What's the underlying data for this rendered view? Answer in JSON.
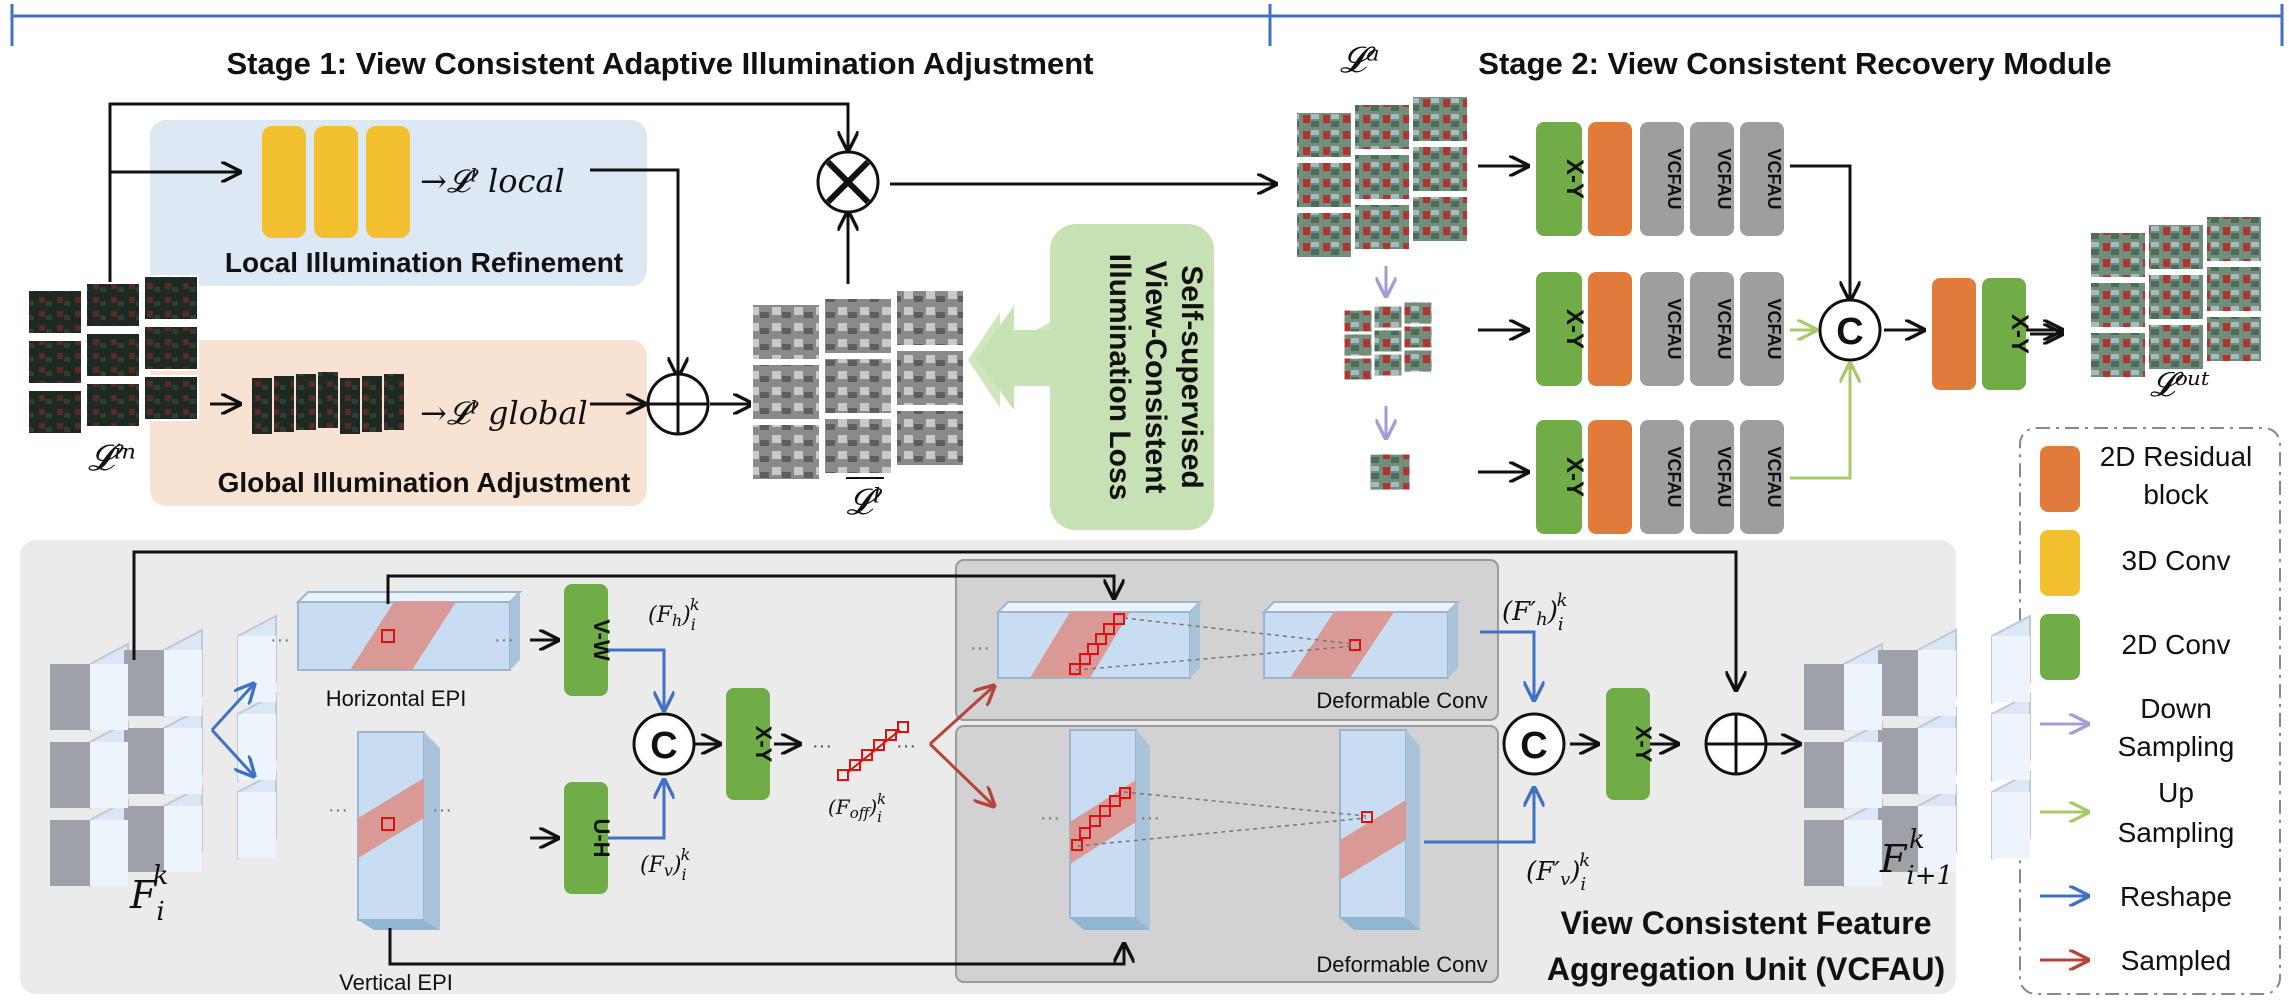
{
  "stage1": {
    "title": "Stage 1: View Consistent Adaptive Illumination Adjustment",
    "local_label": "Local Illumination Refinement",
    "global_label": "Global Illumination Adjustment",
    "l_in": "𝓛ⁱⁿ",
    "l_local": "→𝓛ˡ local",
    "l_global": "→𝓛ˡ global",
    "l_bar": "𝓛ˡ",
    "loss_lines": [
      "Self-supervised",
      "View-Consistent",
      "Illumination Loss"
    ]
  },
  "stage2": {
    "title": "Stage 2: View Consistent Recovery Module",
    "l_a": "𝓛ᵃ",
    "l_out": "𝓛ᵒᵘᵗ"
  },
  "blocks": {
    "xy": "X-Y",
    "vcfau": "VCFAU",
    "vw": "V-W",
    "uh": "U-H",
    "concat": "C"
  },
  "vcfau": {
    "title_line1": "View Consistent Feature",
    "title_line2": "Aggregation Unit (VCFAU)",
    "horizontal_epi": "Horizontal  EPI",
    "vertical_epi": "Vertical EPI",
    "deformable_conv": "Deformable Conv",
    "fi": "F",
    "fi_sub": "i",
    "fi_sup": "k",
    "fi1_sub": "i+1",
    "fh": "(F",
    "fh_sub": "h",
    "fh_close": ")",
    "fv_sub": "v",
    "foff_sub": "off",
    "fh_prime": "(F′",
    "fv_prime": "(F′"
  },
  "legend": {
    "items": [
      {
        "label_lines": [
          "2D Residual",
          "block"
        ],
        "color": "#e07b39",
        "type": "box"
      },
      {
        "label_lines": [
          "3D Conv"
        ],
        "color": "#f2bf2f",
        "type": "box"
      },
      {
        "label_lines": [
          "2D Conv"
        ],
        "color": "#70ad47",
        "type": "box"
      },
      {
        "label_lines": [
          "Down",
          "Sampling"
        ],
        "color": "#a79ad6",
        "type": "arrow"
      },
      {
        "label_lines": [
          "Up",
          "Sampling"
        ],
        "color": "#a9c96b",
        "type": "arrow"
      },
      {
        "label_lines": [
          "Reshape"
        ],
        "color": "#3f72c4",
        "type": "arrow"
      },
      {
        "label_lines": [
          "Sampled"
        ],
        "color": "#b5453a",
        "type": "arrow"
      }
    ]
  }
}
